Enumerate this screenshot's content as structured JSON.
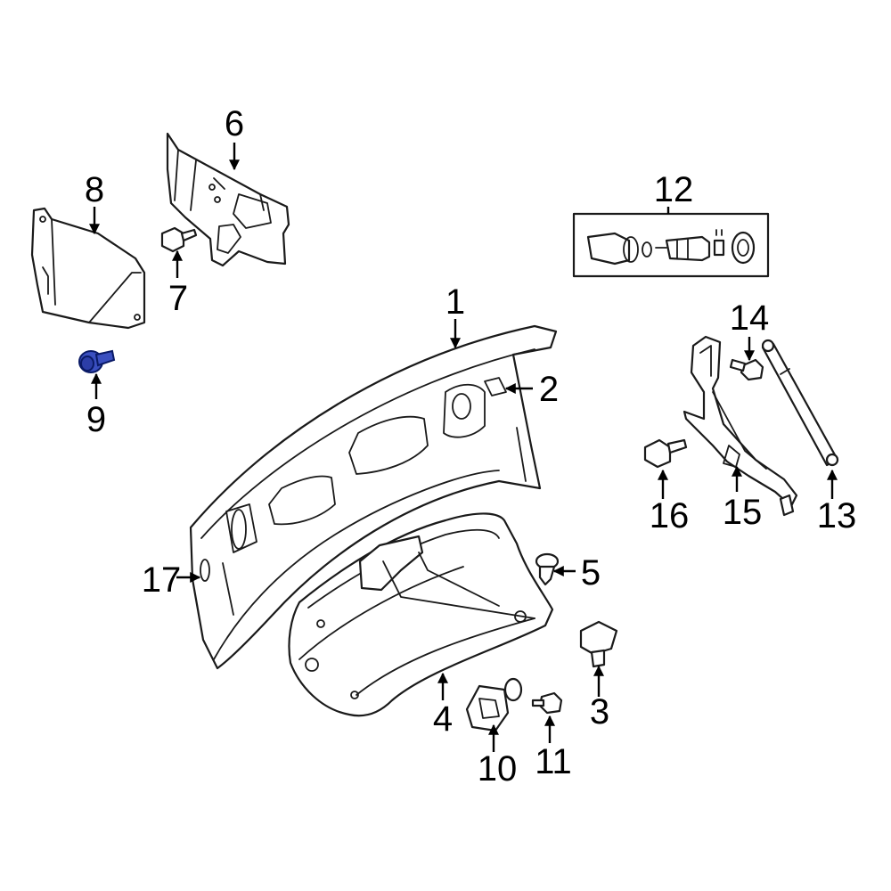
{
  "colors": {
    "highlight": "#3A4FC0",
    "line": "#1A1A1A",
    "background": "#FFFFFF"
  },
  "highlighted_part": "9",
  "callouts": {
    "c1": "1",
    "c2": "2",
    "c3": "3",
    "c4": "4",
    "c5": "5",
    "c6": "6",
    "c7": "7",
    "c8": "8",
    "c9": "9",
    "c10": "10",
    "c11": "11",
    "c12": "12",
    "c13": "13",
    "c14": "14",
    "c15": "15",
    "c16": "16",
    "c17": "17"
  }
}
